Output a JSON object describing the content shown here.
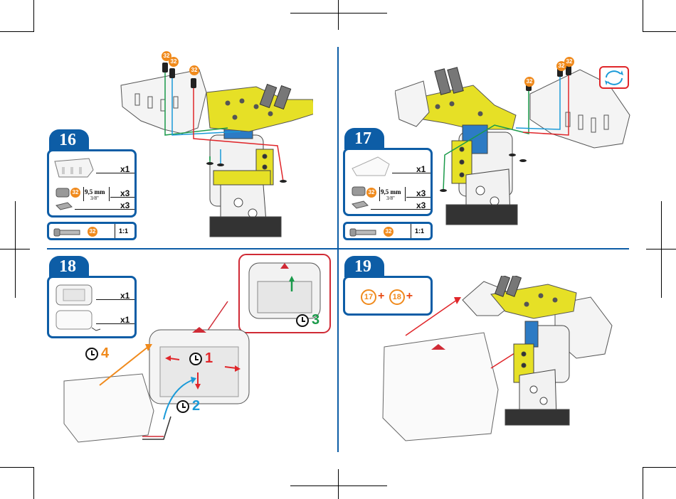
{
  "steps": {
    "s16": {
      "number": "16",
      "qty1": "x1",
      "size": "9,5 mm",
      "size_frac": "3/8\"",
      "qty2": "x3",
      "qty3": "x3",
      "part": "32",
      "scale": "1:1"
    },
    "s17": {
      "number": "17",
      "qty1": "x1",
      "size": "9,5 mm",
      "size_frac": "3/8\"",
      "qty2": "x3",
      "qty3": "x3",
      "part": "32",
      "scale": "1:1"
    },
    "s18": {
      "number": "18",
      "qty1": "x1",
      "qty2": "x1",
      "t1": "1",
      "t2": "2",
      "t3": "3",
      "t4": "4"
    },
    "s19": {
      "number": "19",
      "ref_a": "17",
      "plus1": "+",
      "ref_b": "18",
      "plus2": "+"
    }
  },
  "screw_labels": [
    "32",
    "32",
    "32"
  ],
  "colors": {
    "step_blue": "#0d5da6",
    "accent_red": "#e0262a",
    "accent_orange": "#f08a1c",
    "accent_green": "#1a9a4a",
    "accent_cyan": "#1a9ad8",
    "part_yellow": "#e6e026"
  }
}
